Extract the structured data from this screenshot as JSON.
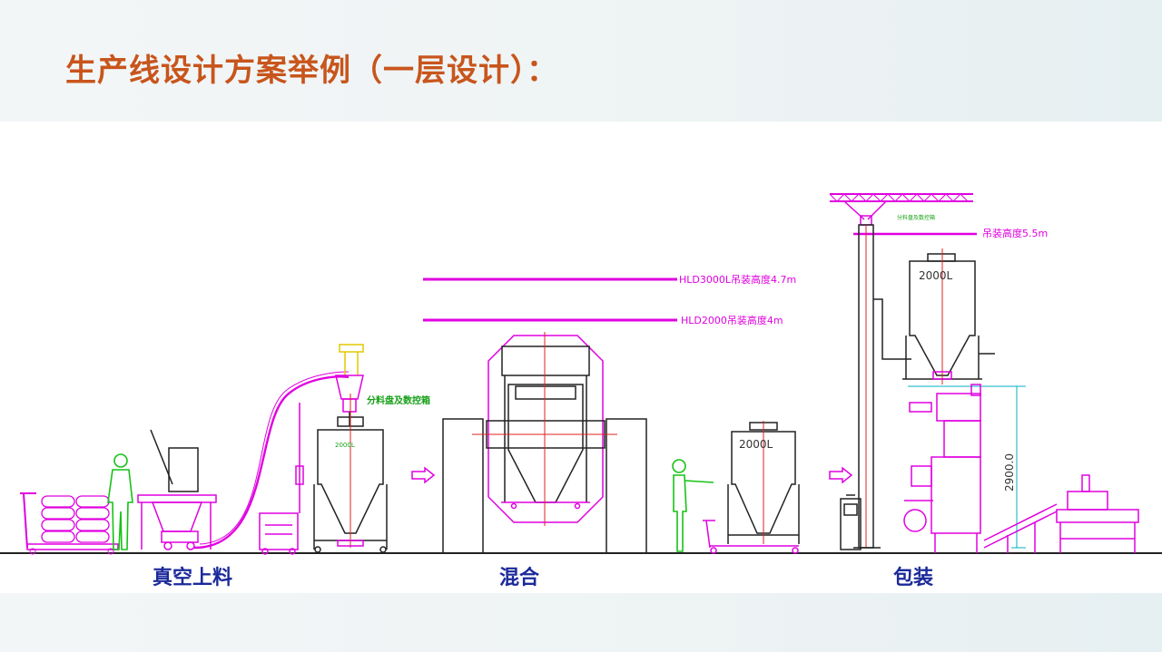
{
  "slide": {
    "title": "生产线设计方案举例（一层设计）：",
    "title_color": "#c8551c"
  },
  "stages": {
    "vacuum_loading": "真空上料",
    "mixing": "混合",
    "packaging": "包装"
  },
  "annotations": {
    "diverter_label": "分料盘及数控箱",
    "hld3000_height": "HLD3000L吊装高度4.7m",
    "hld2000_height": "HLD2000吊装高度4m",
    "hoist_height": "吊装高度5.5m",
    "small_tank_label": "2000L",
    "hopper_2000_a": "2000L",
    "hopper_2000_b": "2000L",
    "dimension_2900": "2900.0"
  },
  "colors": {
    "stage_label": "#1b2a9a",
    "magenta": "#e000e0",
    "green_figure": "#16c216",
    "drawing_line": "#222222",
    "red_axis": "#e02020",
    "cyan_dim": "#00b0c0"
  }
}
